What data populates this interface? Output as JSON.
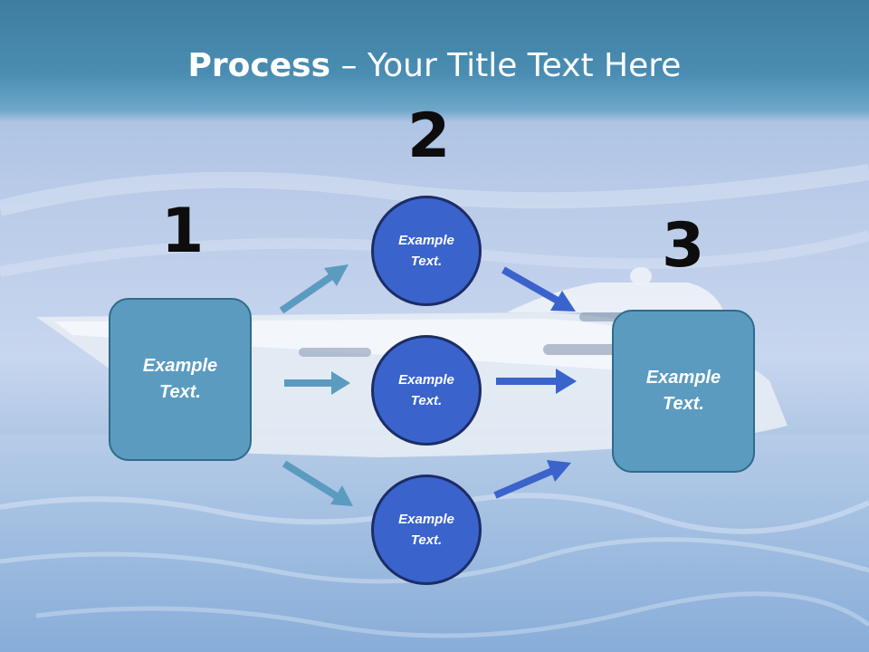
{
  "title": {
    "bold": "Process",
    "rest": " – Your Title Text Here"
  },
  "steps": {
    "one": "1",
    "two": "2",
    "three": "3"
  },
  "boxes": {
    "left": "Example\nText.",
    "right": "Example\nText."
  },
  "circles": {
    "top": "Example\nText.",
    "middle": "Example\nText.",
    "bottom": "Example\nText."
  },
  "colors": {
    "left_arrows": "#5b9bc0",
    "right_arrows": "#3a63cc",
    "box_fill": "#5b9bc0",
    "circle_fill": "#3a63cc"
  }
}
